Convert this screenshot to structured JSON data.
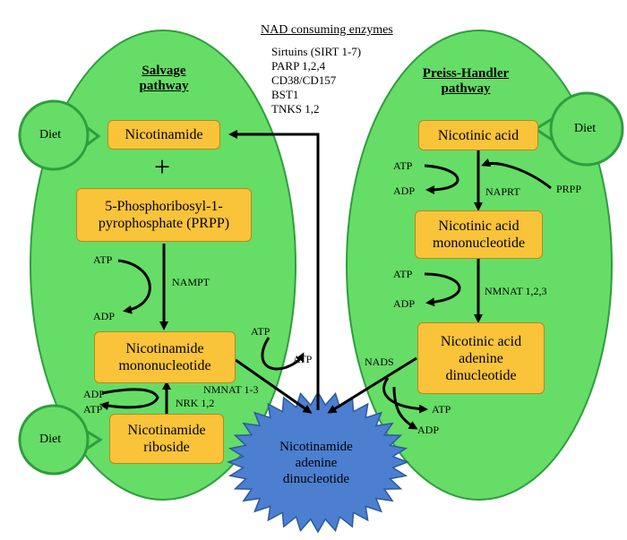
{
  "nad_consuming": {
    "title": "NAD consuming enzymes",
    "items": [
      "Sirtuins (SIRT 1-7)",
      "PARP 1,2,4",
      "CD38/CD157",
      "BST1",
      "TNKS 1,2"
    ]
  },
  "salvage": {
    "title": "Salvage\npathway",
    "nicotinamide": "Nicotinamide",
    "plus": "+",
    "prpp": "5-Phosphoribosyl-1-\npyrophosphate (PRPP)",
    "nmn": "Nicotinamide\nmononucleotide",
    "nr": "Nicotinamide\nriboside",
    "atp1": "ATP",
    "adp1": "ADP",
    "nampt": "NAMPT",
    "adp2": "ADP",
    "atp2": "ATP",
    "nrk": "NRK 1,2",
    "nmnat": "NMNAT 1-3",
    "atp3": "ATP",
    "atp4": "ATP"
  },
  "preiss": {
    "title": "Preiss-Handler\npathway",
    "na": "Nicotinic acid",
    "namn": "Nicotinic acid\nmononucleotide",
    "naad": "Nicotinic acid\nadenine\ndinucleotide",
    "atp1": "ATP",
    "adp1": "ADP",
    "naprt": "NAPRT",
    "prpp": "PRPP",
    "atp2": "ATP",
    "adp2": "ADP",
    "nmnat": "NMNAT 1,2,3",
    "nads": "NADS",
    "atp3": "ATP",
    "adp3": "ADP"
  },
  "diet": {
    "left_top": "Diet",
    "left_bottom": "Diet",
    "right": "Diet"
  },
  "nad": "Nicotinamide\nadenine\ndinucleotide",
  "colors": {
    "green": "#66dd66",
    "green_border": "#2e9e3e",
    "box": "#f9c33a",
    "blue": "#4c7fd0"
  }
}
